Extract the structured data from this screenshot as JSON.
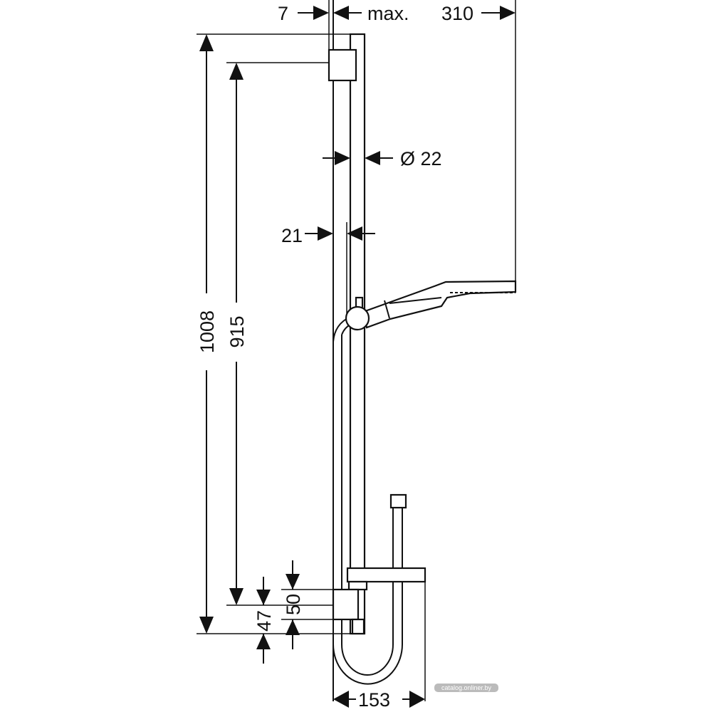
{
  "drawing": {
    "dimensions": {
      "wall_offset": "7",
      "max_label": "max.",
      "max_reach": "310",
      "rail_diameter": "Ø 22",
      "rail_offset": "21",
      "total_height": "1008",
      "bracket_spacing": "915",
      "bottom_offset": "47",
      "bracket_height": "50",
      "shelf_width": "153"
    },
    "watermark": "catalog.onliner.by"
  }
}
